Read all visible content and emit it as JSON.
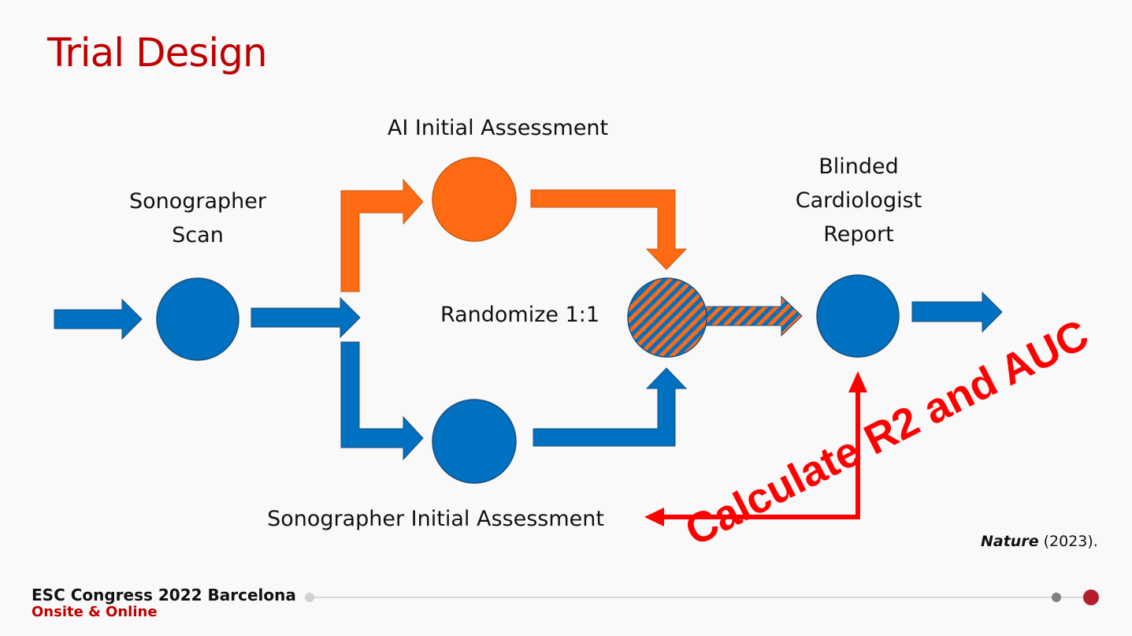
{
  "slide": {
    "title": "Trial Design",
    "labels": {
      "sonographer_scan": "Sonographer\nScan",
      "ai_initial": "AI Initial Assessment",
      "blinded_report": "Blinded\nCardiologist\nReport",
      "randomize": "Randomize 1:1",
      "sonographer_initial": "Sonographer Initial Assessment",
      "calculate": "Calculate R2 and AUC"
    },
    "citation": {
      "journal": "Nature",
      "year": " (2023)."
    },
    "footer": {
      "line1": "ESC Congress 2022 Barcelona",
      "line2": "Onsite & Online"
    },
    "colors": {
      "blue": "#0070c0",
      "orange": "#ff6a13",
      "red": "#ff0000",
      "title_red": "#c00000",
      "gray_dot": "#808080",
      "dark_red_dot": "#b3202a"
    }
  }
}
